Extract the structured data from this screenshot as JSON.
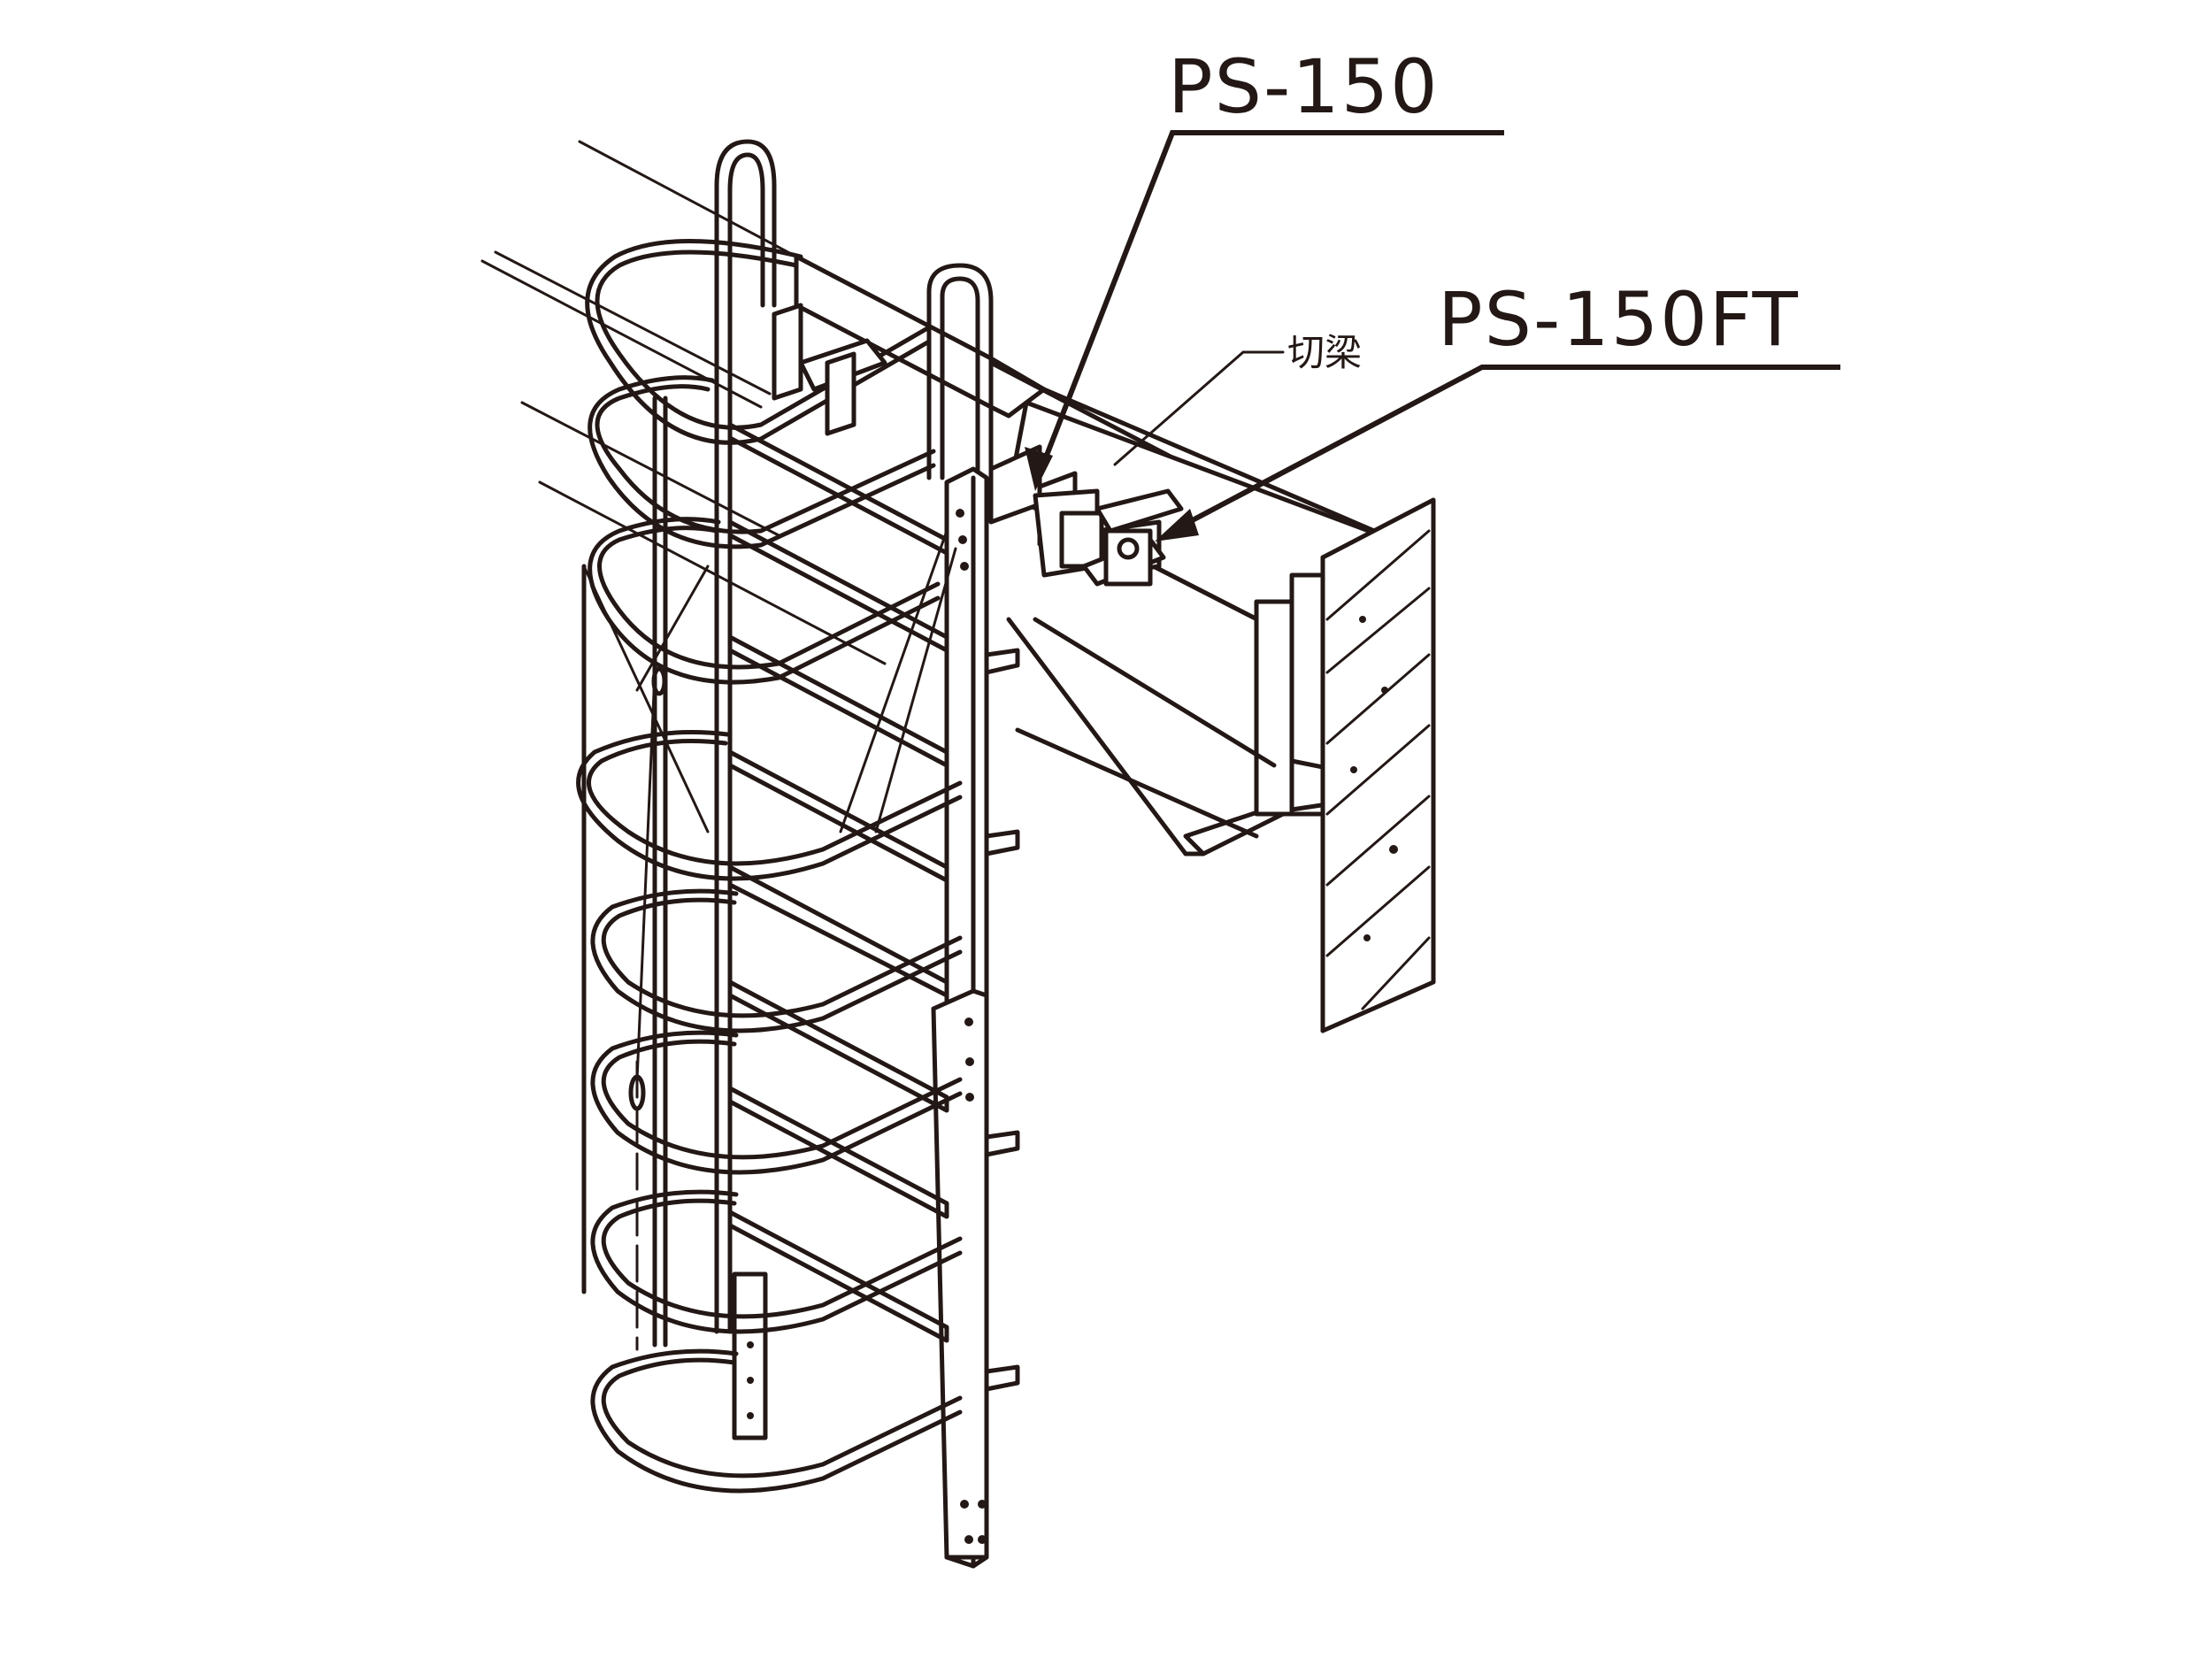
{
  "labels": {
    "part_top": "PS-150",
    "part_bottom": "PS-150FT",
    "beam": "切梁"
  },
  "colors": {
    "ink": "#231815",
    "background": "#ffffff"
  }
}
